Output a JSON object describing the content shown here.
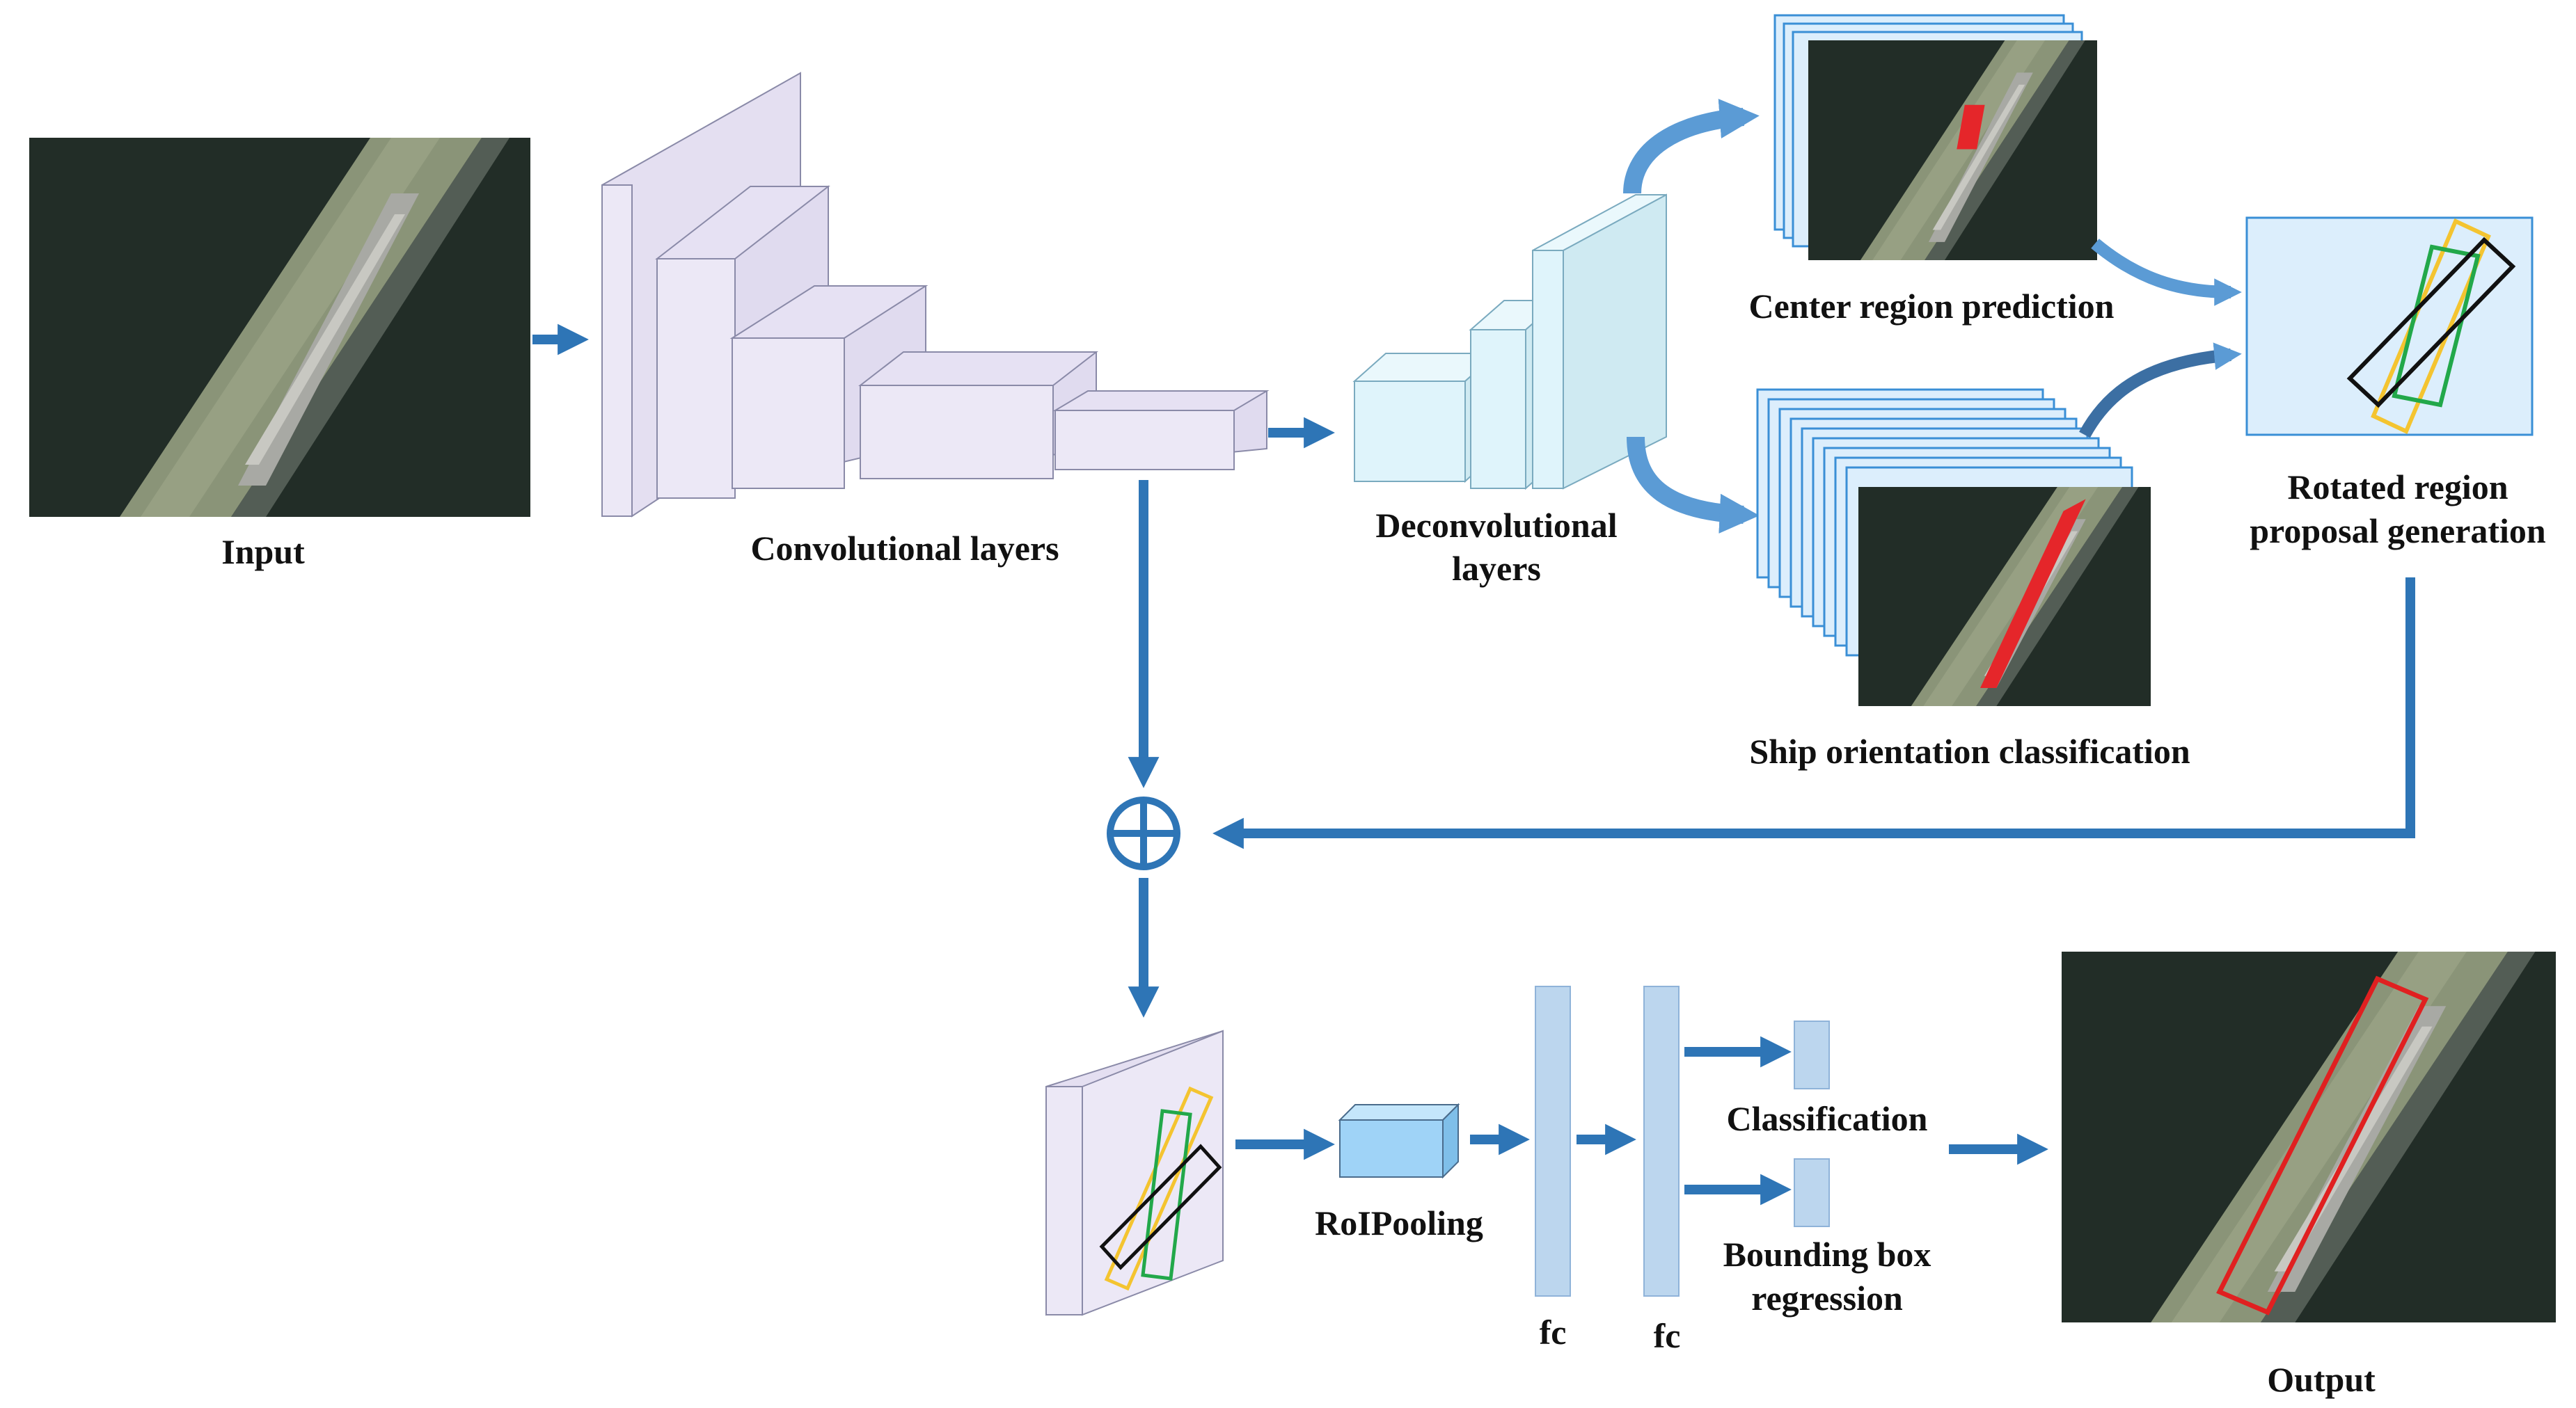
{
  "labels": {
    "input": "Input",
    "conv_layers": "Convolutional layers",
    "deconv_line1": "Deconvolutional",
    "deconv_line2": "layers",
    "center_region": "Center region prediction",
    "ship_orientation": "Ship orientation classification",
    "rotated_line1": "Rotated region",
    "rotated_line2": "proposal generation",
    "roi_pooling": "RoIPooling",
    "fc1": "fc",
    "fc2": "fc",
    "classification": "Classification",
    "bbox_line1": "Bounding box",
    "bbox_line2": "regression",
    "output": "Output"
  },
  "colors": {
    "arrow": "#2e75b6",
    "conv_face": "#ece8f6",
    "deconv_face": "#dff4fb",
    "feature_map": "#dceefc",
    "fc_layer": "#bcd6ee",
    "roi_block": "#9fd3f7",
    "box_yellow": "#f4c430",
    "box_green": "#22a84a",
    "box_black": "#111111",
    "mask_red": "#e5262a",
    "output_box": "#e02020"
  }
}
